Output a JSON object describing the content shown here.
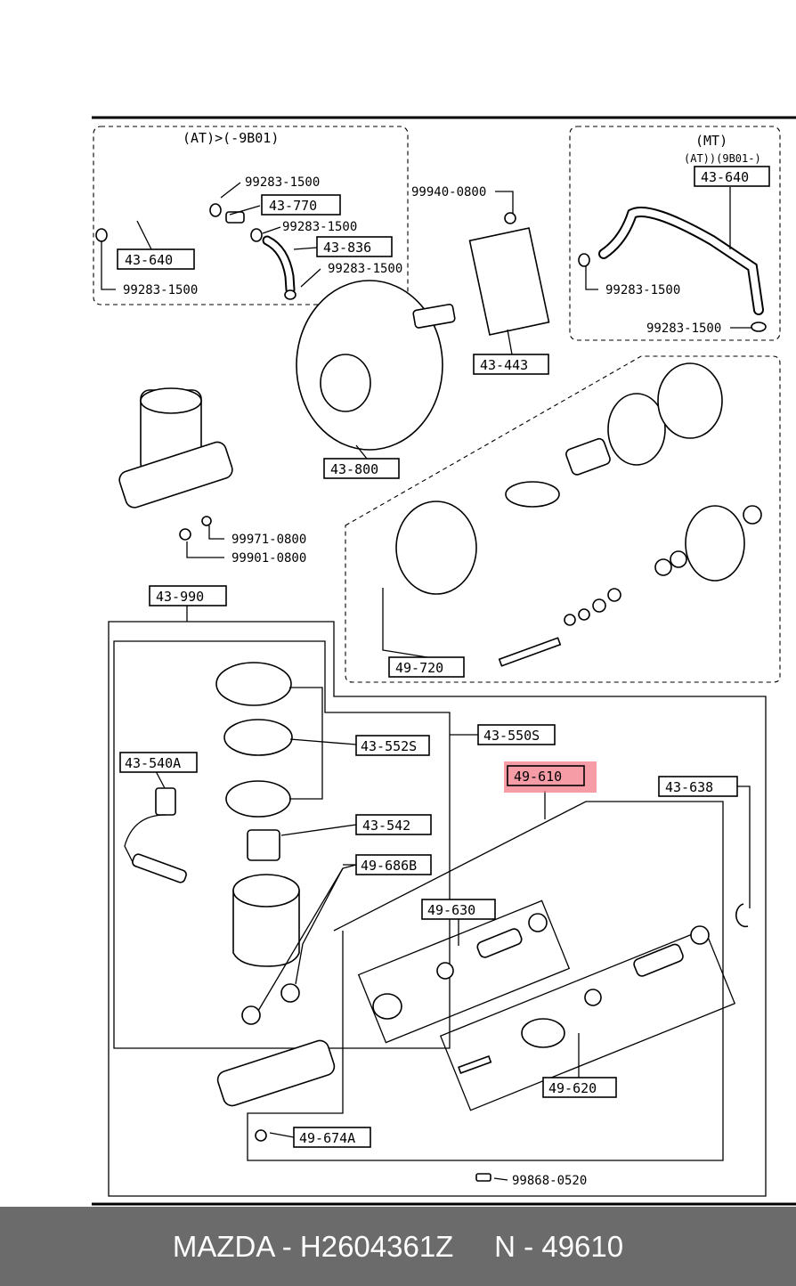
{
  "diagram": {
    "headers": {
      "at_variant": "(AT)>(-9B01)",
      "mt_variant": "(MT)",
      "mt_sub": "(AT))(9B01-)"
    },
    "labels": {
      "p43_770": "43-770",
      "p43_836": "43-836",
      "p43_640_left": "43-640",
      "p43_640_right": "43-640",
      "p43_443": "43-443",
      "p43_800": "43-800",
      "p43_990": "43-990",
      "p49_720": "49-720",
      "p43_550s": "43-550S",
      "p43_552s": "43-552S",
      "p43_540a": "43-540A",
      "p43_542": "43-542",
      "p49_686b": "49-686B",
      "p49_610": "49-610",
      "p43_638": "43-638",
      "p49_630": "49-630",
      "p49_620": "49-620",
      "p49_674a": "49-674A"
    },
    "plain": {
      "c99283_a": "99283-1500",
      "c99283_b": "99283-1500",
      "c99283_c": "99283-1500",
      "c99283_d": "99283-1500",
      "c99283_e": "99283-1500",
      "c99283_f": "99283-1500",
      "c99940": "99940-0800",
      "c99971": "99971-0800",
      "c99901": "99901-0800",
      "c99868": "99868-0520"
    },
    "highlight_color": "#f27b8a"
  },
  "footer": {
    "text": "MAZDA - H2604361Z     N - 49610"
  }
}
